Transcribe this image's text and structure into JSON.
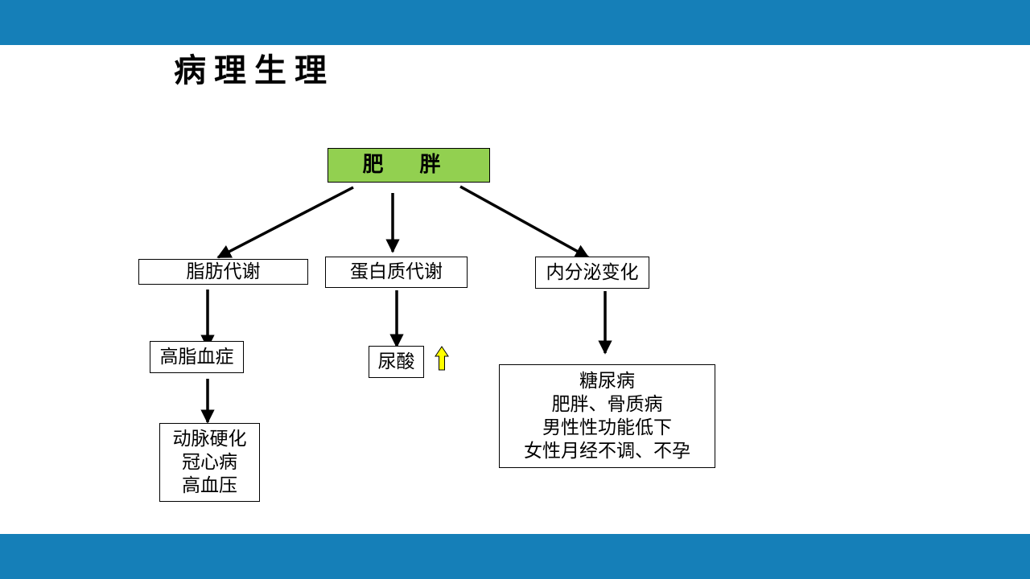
{
  "slide": {
    "title": "病理生理"
  },
  "diagram": {
    "root": "肥 胖",
    "branches": [
      {
        "label": "脂肪代谢"
      },
      {
        "label": "蛋白质代谢"
      },
      {
        "label": "内分泌变化"
      }
    ],
    "lipid": {
      "level2": "高脂血症",
      "level3": [
        "动脉硬化",
        "冠心病",
        "高血压"
      ]
    },
    "protein": {
      "level2": "尿酸",
      "indicator_icon": "up-arrow-icon",
      "indicator_color": "#ffff00"
    },
    "endocrine": {
      "level2": [
        "糖尿病",
        "肥胖、骨质病",
        "男性性功能低下",
        "女性月经不调、不孕"
      ]
    }
  },
  "colors": {
    "band": "#157fb8",
    "root_fill": "#92d050",
    "indicator": "#ffff00"
  }
}
